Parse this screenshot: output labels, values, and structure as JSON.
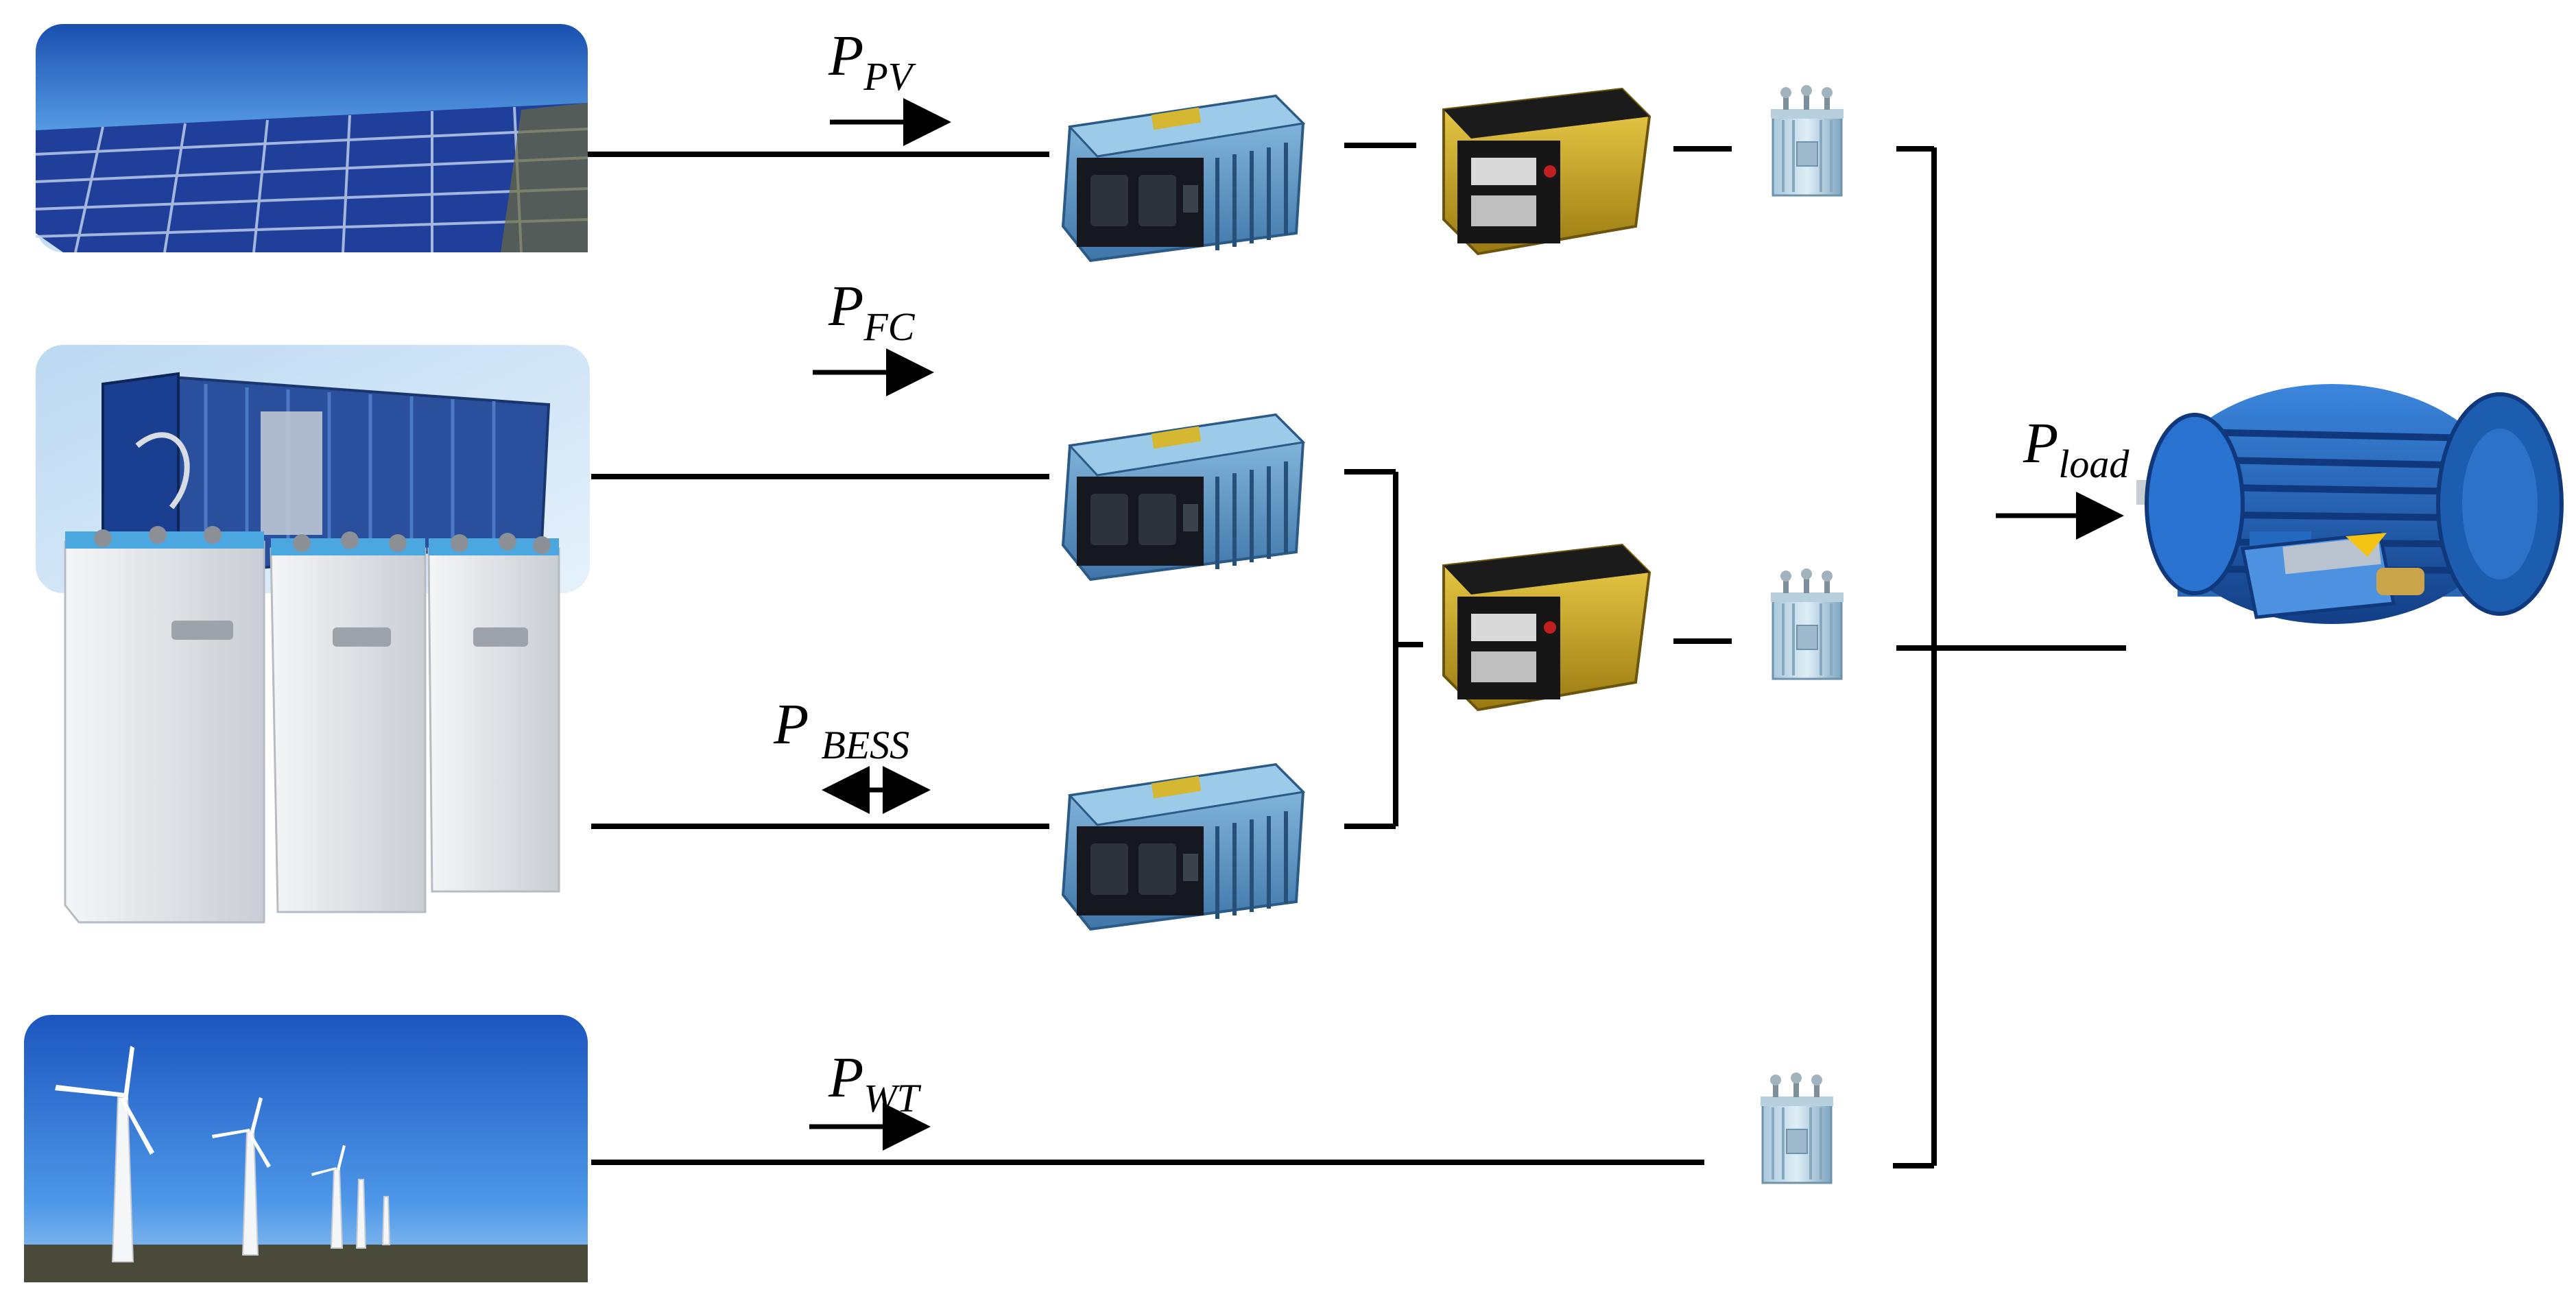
{
  "labels": {
    "pv": {
      "main": "P",
      "sub": "PV"
    },
    "fc": {
      "main": "P",
      "sub": "FC"
    },
    "bess": {
      "main": "P",
      "sub": "BESS"
    },
    "wt": {
      "main": "P",
      "sub": "WT"
    },
    "load": {
      "main": "P",
      "sub": "load"
    }
  },
  "colors": {
    "line": "#000000",
    "solar_sky": "#3b7fd0",
    "panel": "#1f3f9a",
    "converter_blue": "#5a94c4",
    "inverter_gold": "#c7a51f",
    "transformer": "#8fb4c9",
    "motor_blue": "#1d5db0",
    "battery_white": "#e6e9ec"
  },
  "icons": [
    "solar-panel-icon",
    "fuel-cell-icon",
    "battery-icon",
    "wind-turbine-icon",
    "dc-dc-converter-icon",
    "inverter-icon",
    "transformer-icon",
    "motor-icon"
  ]
}
